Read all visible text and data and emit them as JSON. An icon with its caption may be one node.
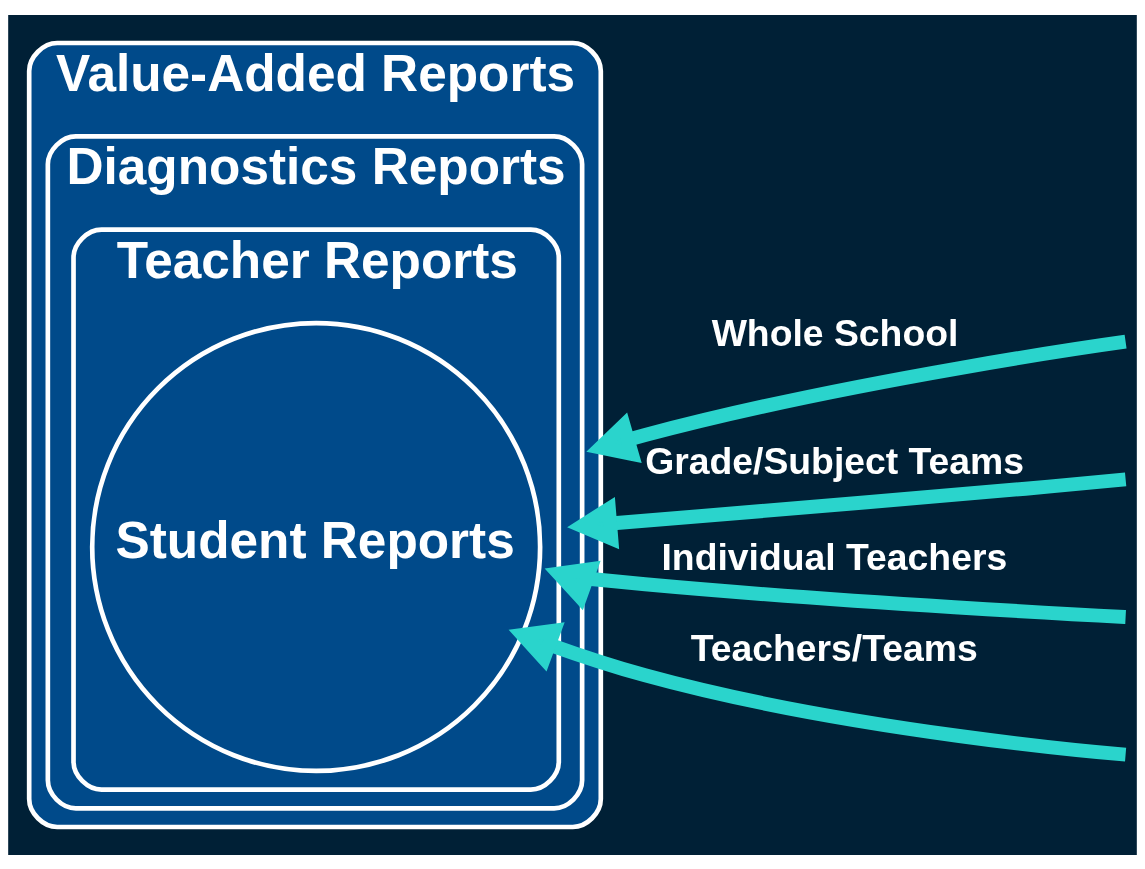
{
  "diagram": {
    "nodes": [
      {
        "text": [
          "Value-Added Reports"
        ]
      },
      {
        "text": [
          "Diagnostics Reports"
        ],
        "in": 0
      },
      {
        "text": [
          "Teacher Reports"
        ],
        "in": 1
      },
      {
        "text": [
          "Student Reports"
        ],
        "in": 2
      }
    ],
    "edges": [
      {
        "from": null,
        "to": 0,
        "arrow": "to",
        "label": "Whole School"
      },
      {
        "from": null,
        "to": 1,
        "arrow": "to",
        "label": "Grade/Subject Teams"
      },
      {
        "from": null,
        "to": 2,
        "arrow": "to",
        "label": "Individual Teachers"
      },
      {
        "from": null,
        "to": 3,
        "arrow": "to",
        "label": "Teachers/Teams"
      }
    ]
  }
}
